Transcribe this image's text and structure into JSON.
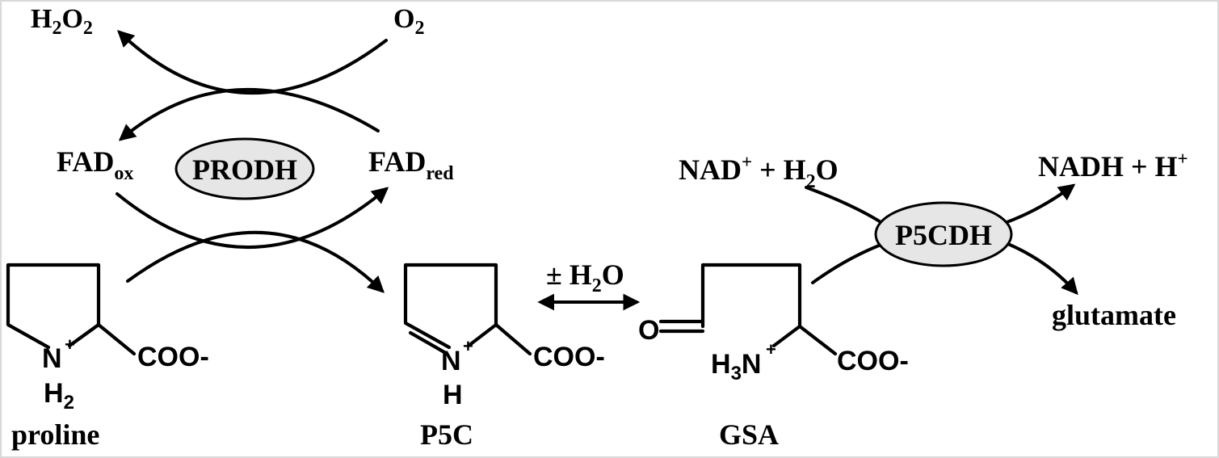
{
  "colors": {
    "ink": "#000000",
    "enzyme_fill": "#e6e6e6",
    "frame": "#d9d9d9"
  },
  "enzymes": {
    "prodh": "PRODH",
    "p5cdh": "P5CDH"
  },
  "cofactors": {
    "h2o2": {
      "a": "H",
      "a_sub": "2",
      "b": "O",
      "b_sub": "2"
    },
    "o2": {
      "a": "O",
      "a_sub": "2"
    },
    "fad_ox": {
      "base": "FAD",
      "sub": "ox"
    },
    "fad_red": {
      "base": "FAD",
      "sub": "red"
    },
    "nad_h2o": {
      "nad": "NAD",
      "nad_sup": "+",
      "plus": " + H",
      "h2o_sub": "2",
      "o": "O"
    },
    "nadh_h": {
      "text": "NADH + H",
      "sup": "+"
    },
    "hydration": {
      "pm": "± H",
      "sub": "2",
      "o": "O"
    }
  },
  "compounds": {
    "proline": "proline",
    "p5c": "P5C",
    "gsa": "GSA",
    "glutamate": "glutamate"
  },
  "atoms": {
    "n": "N",
    "plus": "+",
    "h": "H",
    "h2": "2",
    "coo": "COO-",
    "o": "O",
    "h3n": {
      "h": "H",
      "sub": "3",
      "n": "N"
    }
  }
}
